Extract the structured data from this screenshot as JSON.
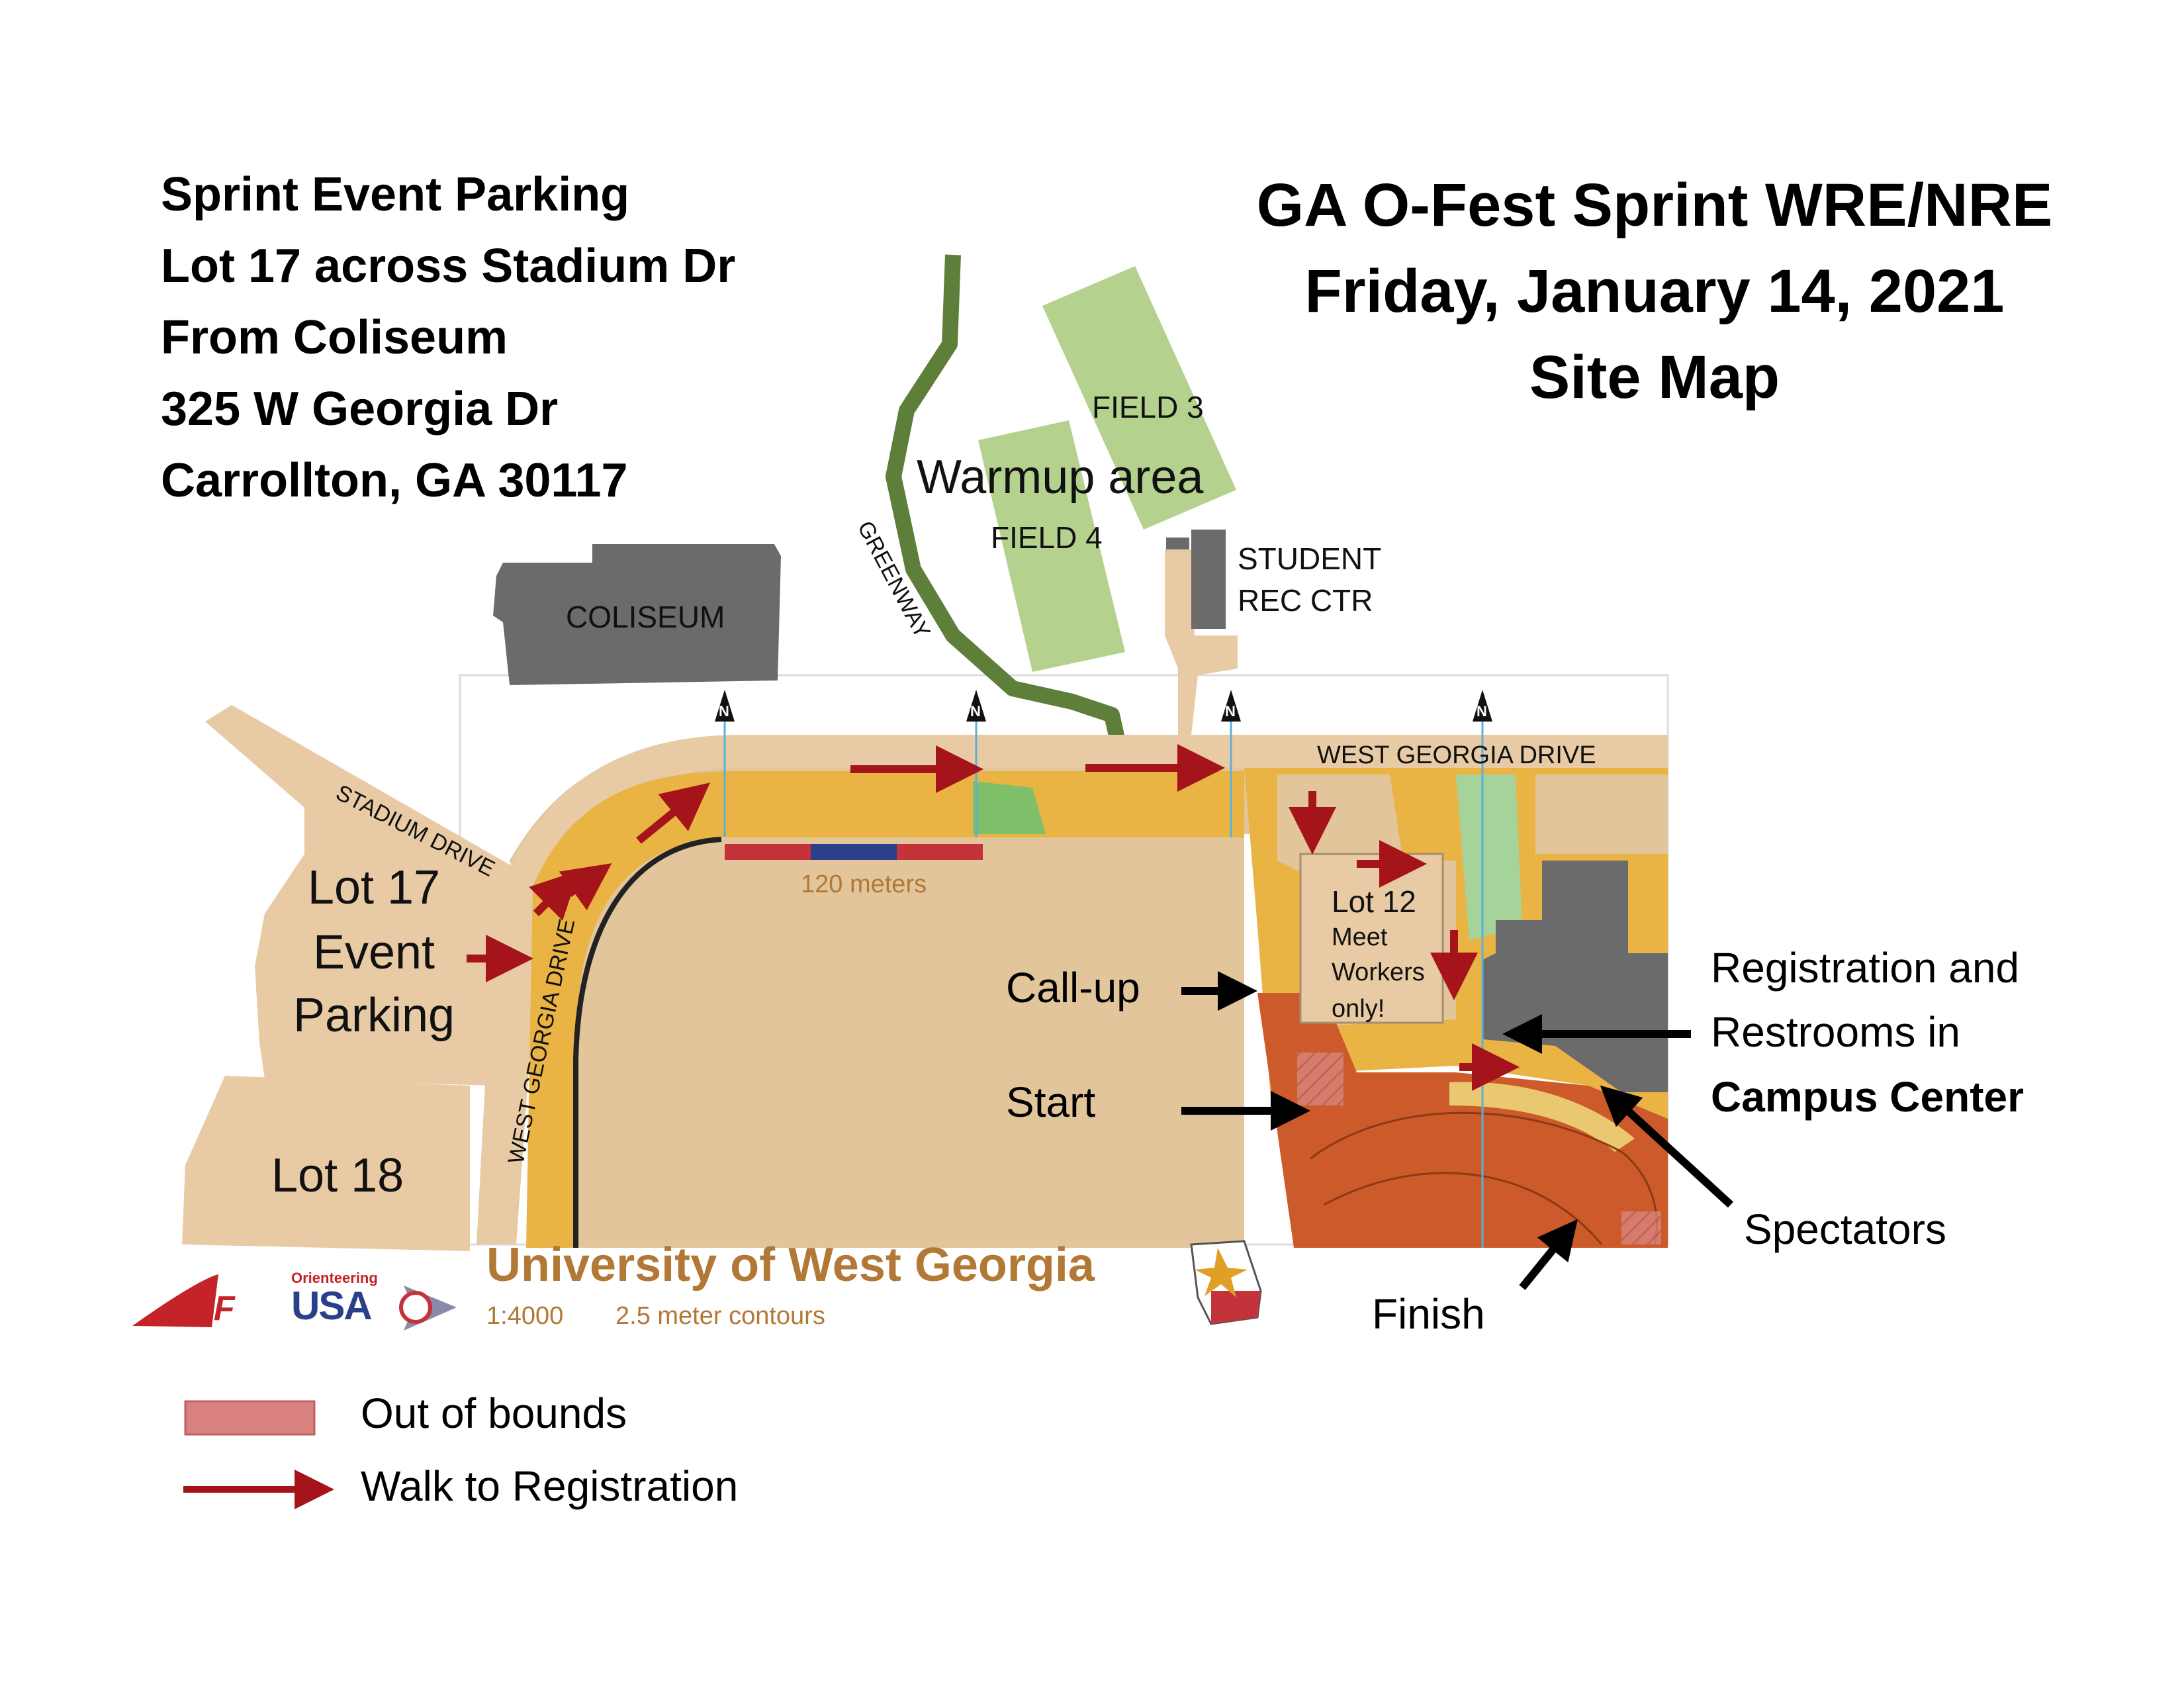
{
  "parking_info": {
    "lines": [
      "Sprint Event Parking",
      "Lot 17 across Stadium Dr",
      "From Coliseum",
      "325 W Georgia Dr",
      "Carrollton, GA 30117"
    ]
  },
  "title": {
    "lines": [
      "GA O-Fest Sprint WRE/NRE",
      "Friday, January 14, 2021",
      "Site Map"
    ]
  },
  "map_labels": {
    "coliseum": "COLISEUM",
    "greenway": "GREENWAY",
    "field3": "FIELD 3",
    "field4": "FIELD 4",
    "warmup": "Warmup area",
    "student_rec_1": "STUDENT",
    "student_rec_2": "REC CTR",
    "west_georgia_drive_top": "WEST GEORGIA DRIVE",
    "west_georgia_drive_left": "WEST GEORGIA DRIVE",
    "stadium_drive": "STADIUM DRIVE",
    "lot17_1": "Lot 17",
    "lot17_2": "Event",
    "lot17_3": "Parking",
    "lot18": "Lot 18",
    "lot12_1": "Lot 12",
    "lot12_2": "Meet",
    "lot12_3": "Workers",
    "lot12_4": "only!",
    "scale": "120 meters",
    "north": "N"
  },
  "callouts": {
    "callup": "Call-up",
    "start": "Start",
    "registration_1": "Registration and",
    "registration_2": "Restrooms in",
    "registration_3": "Campus Center",
    "spectators": "Spectators",
    "finish": "Finish"
  },
  "map_footer": {
    "university": "University of West Georgia",
    "scale": "1:4000",
    "contours": "2.5 meter contours",
    "iof_logo": "IOF",
    "ousa_small": "Orienteering",
    "ousa_big": "USA"
  },
  "legend": {
    "out_of_bounds": "Out of bounds",
    "walk": "Walk to Registration"
  },
  "colors": {
    "parking": "#e8cba4",
    "building": "#6b6b6b",
    "field": "#b4d18e",
    "greenway": "#5e7f3a",
    "map_orange": "#e9b443",
    "map_tan": "#e2c59b",
    "out_of_bounds_area": "#cc5a2a",
    "arrow_red": "#a4141a",
    "footer_brown": "#b27836",
    "scale_red": "#c4323a",
    "scale_blue": "#2b3f8a",
    "legend_oob": "#d98080"
  }
}
